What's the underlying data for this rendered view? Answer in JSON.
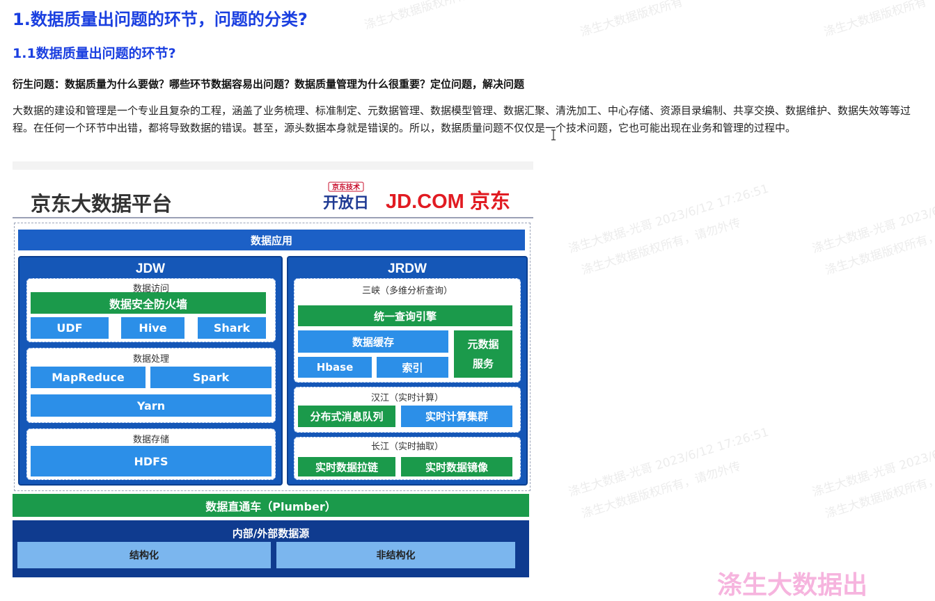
{
  "heading": "1.数据质量出问题的环节，问题的分类?",
  "subheading": "1.1数据质量出问题的环节?",
  "question": "衍生问题：数据质量为什么要做？哪些环节数据容易出问题？数据质量管理为什么很重要？定位问题，解决问题",
  "paragraph": "大数据的建设和管理是一个专业且复杂的工程，涵盖了业务梳理、标准制定、元数据管理、数据模型管理、数据汇聚、清洗加工、中心存储、资源目录编制、共享交换、数据维护、数据失效等等过程。在任何一个环节中出错，都将导致数据的错误。甚至，源头数据本身就是错误的。所以，数据质量问题不仅仅是一个技术问题，它也可能出现在业务和管理的过程中。",
  "watermarks": {
    "main": "涤生大数据版权所有",
    "author": "涤生大数据-光哥 2023/6/12 17:26:51",
    "rights": "涤生大数据版权所有，请勿外传",
    "big": "涤生大数据出"
  },
  "diagram": {
    "title": "京东大数据平台",
    "logo_kaifang_small": "京东技术",
    "logo_kaifang": "开放日",
    "logo_jd": "JD.COM 京东",
    "app_bar": "数据应用",
    "jdw": {
      "title": "JDW",
      "access": {
        "label": "数据访问",
        "firewall": "数据安全防火墙",
        "udf": "UDF",
        "hive": "Hive",
        "shark": "Shark"
      },
      "processing": {
        "label": "数据处理",
        "mapreduce": "MapReduce",
        "spark": "Spark",
        "yarn": "Yarn"
      },
      "storage": {
        "label": "数据存储",
        "hdfs": "HDFS"
      }
    },
    "jrdw": {
      "title": "JRDW",
      "sanxia": {
        "label": "三峡（多维分析查询）",
        "engine": "统一查询引擎",
        "cache": "数据缓存",
        "hbase": "Hbase",
        "index": "索引",
        "meta_line1": "元数据",
        "meta_line2": "服务"
      },
      "hanjiang": {
        "label": "汉江（实时计算）",
        "mq": "分布式消息队列",
        "cluster": "实时计算集群"
      },
      "changjiang": {
        "label": "长江（实时抽取）",
        "pull": "实时数据拉链",
        "mirror": "实时数据镜像"
      }
    },
    "plumber": "数据直通车（Plumber）",
    "source": {
      "label": "内部/外部数据源",
      "structured": "结构化",
      "unstructured": "非结构化"
    }
  },
  "colors": {
    "heading": "#1a3fe0",
    "dark_blue": "#1557b7",
    "light_blue": "#2c8fe8",
    "green": "#1b9a4b",
    "jd_red": "#e11b22"
  }
}
